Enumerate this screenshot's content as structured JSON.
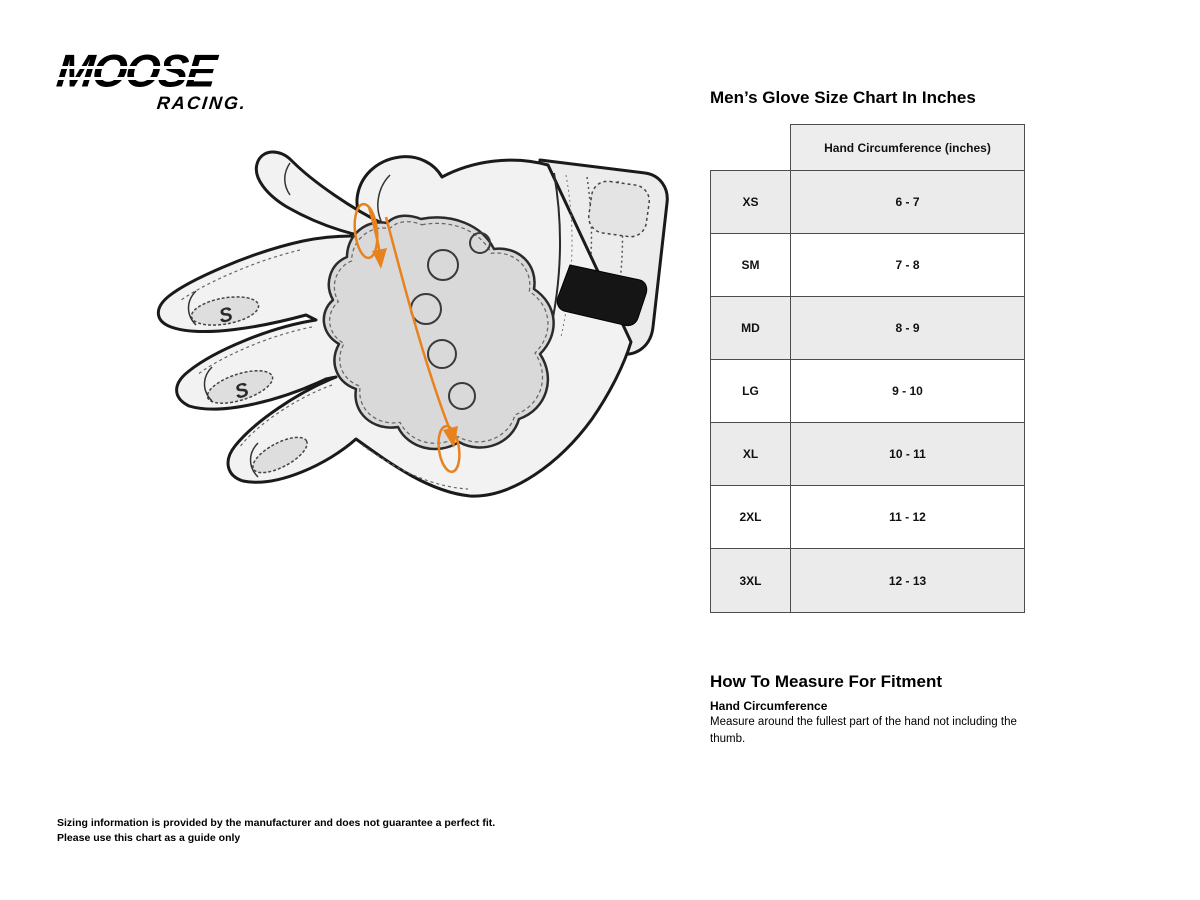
{
  "brand": {
    "name": "MOOSE",
    "subname": "RACING."
  },
  "size_chart": {
    "title": "Men’s Glove Size Chart In Inches",
    "column_header": "Hand Circumference (inches)",
    "rows": [
      {
        "size": "XS",
        "range": "6 - 7"
      },
      {
        "size": "SM",
        "range": "7 - 8"
      },
      {
        "size": "MD",
        "range": "8 - 9"
      },
      {
        "size": "LG",
        "range": "9 - 10"
      },
      {
        "size": "XL",
        "range": "10 - 11"
      },
      {
        "size": "2XL",
        "range": "11 - 12"
      },
      {
        "size": "3XL",
        "range": "12 - 13"
      }
    ]
  },
  "how_to_measure": {
    "title": "How To Measure For Fitment",
    "subtitle": "Hand Circumference",
    "body": "Measure around the fullest part of the hand not including the thumb."
  },
  "disclaimer": {
    "line1": "Sizing information is provided by the manufacturer and does not guarantee a perfect fit.",
    "line2": "Please use this chart as a guide only"
  },
  "colors": {
    "accent_orange": "#E8821E",
    "table_border": "#4d4d4d",
    "row_shade": "#EBEBEB",
    "header_shade": "#EDEDED"
  }
}
